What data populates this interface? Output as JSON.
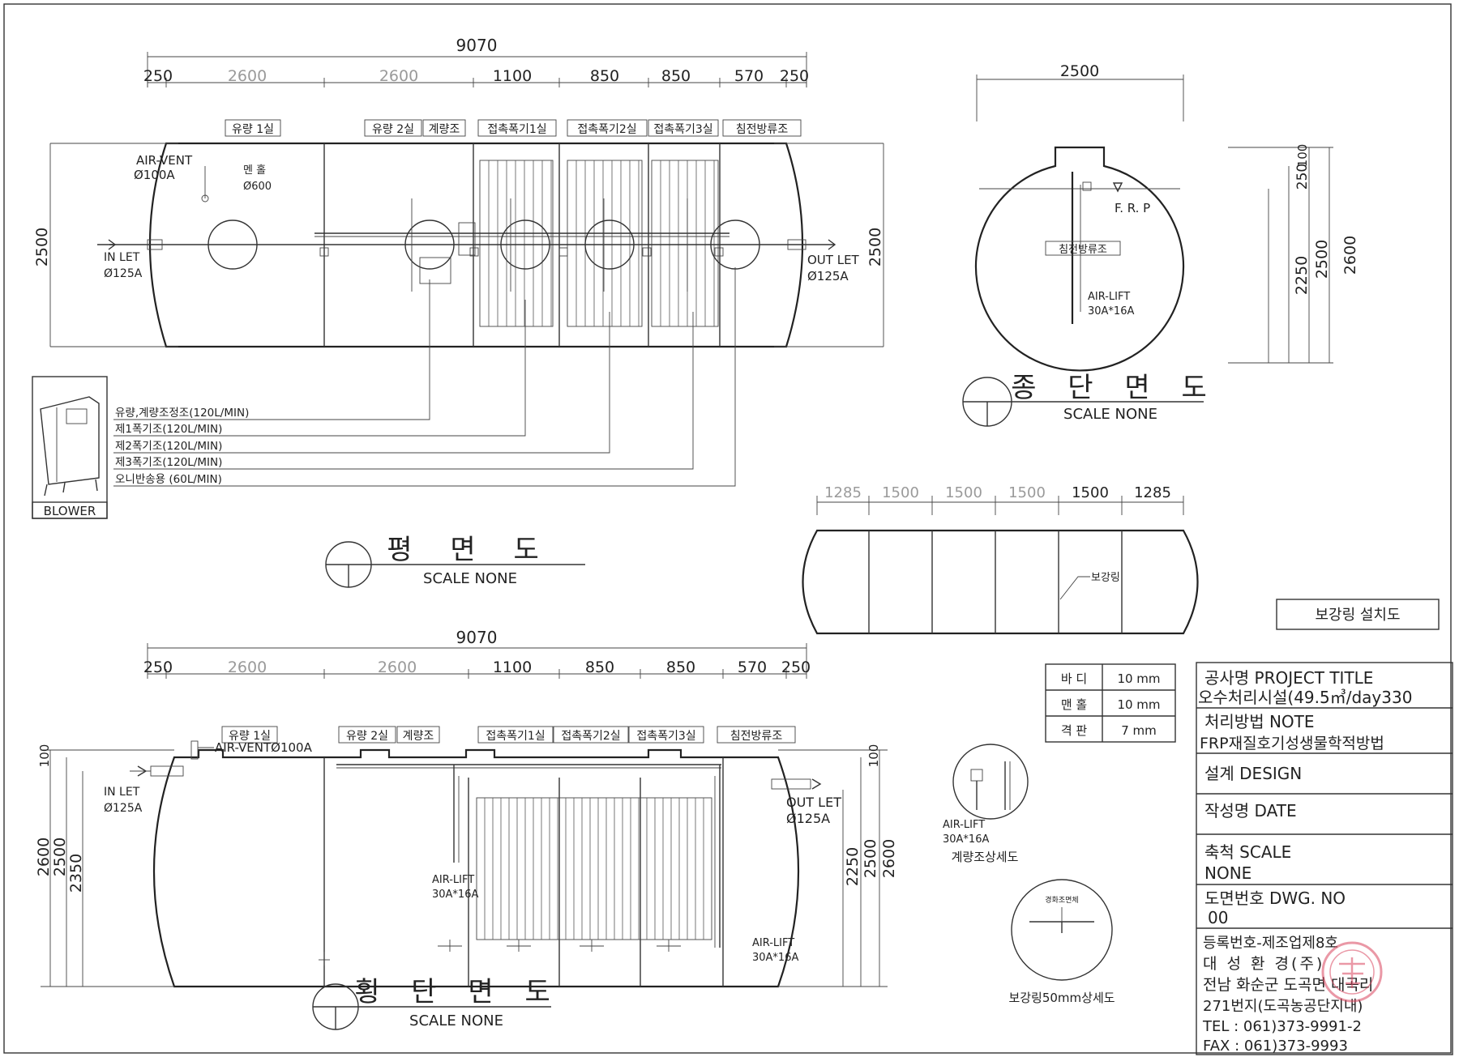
{
  "plan": {
    "total_dim": "9070",
    "dims": [
      "250",
      "2600",
      "2600",
      "1100",
      "850",
      "850",
      "570",
      "250"
    ],
    "rooms": [
      "유량 1실",
      "유량 2실",
      "계량조",
      "접촉폭기1실",
      "접촉폭기2실",
      "접촉폭기3실",
      "침전방류조"
    ],
    "air_vent_1": "AIR-VENT",
    "air_vent_2": "Ø100A",
    "manhole_1": "멘 홀",
    "manhole_2": "Ø600",
    "inlet_1": "IN LET",
    "inlet_2": "Ø125A",
    "outlet_1": "OUT LET",
    "outlet_2": "Ø125A",
    "height_dim": "2500",
    "title": "평 면 도",
    "scale": "SCALE NONE"
  },
  "blower": {
    "label": "BLOWER",
    "lines": [
      "유량,계량조정조(120L/MIN)",
      "제1폭기조(120L/MIN)",
      "제2폭기조(120L/MIN)",
      "제3폭기조(120L/MIN)",
      "오니반송용 (60L/MIN)"
    ]
  },
  "long_section": {
    "width_dim": "2500",
    "frp": "F. R. P",
    "room": "침전방류조",
    "airlift_1": "AIR-LIFT",
    "airlift_2": "30A*16A",
    "side_dims": [
      "100",
      "250",
      "2250",
      "2500",
      "2600"
    ],
    "title": "종 단 면 도",
    "scale": "SCALE NONE"
  },
  "ring": {
    "dims": [
      "1285",
      "1500",
      "1500",
      "1500",
      "1500",
      "1285"
    ],
    "label": "보강링",
    "title": "보강링 설치도"
  },
  "cross_section": {
    "total_dim": "9070",
    "dims": [
      "250",
      "2600",
      "2600",
      "1100",
      "850",
      "850",
      "570",
      "250"
    ],
    "rooms": [
      "유량 1실",
      "유량 2실",
      "계량조",
      "접촉폭기1실",
      "접촉폭기2실",
      "접촉폭기3실",
      "침전방류조"
    ],
    "air_vent": "AIR-VENTØ100A",
    "inlet_1": "IN LET",
    "inlet_2": "Ø125A",
    "outlet_1": "OUT LET",
    "outlet_2": "Ø125A",
    "airlift_1": "AIR-LIFT",
    "airlift_2": "30A*16A",
    "left_dims": [
      "100",
      "2600",
      "2500",
      "2350"
    ],
    "right_dims": [
      "100",
      "2250",
      "2500",
      "2600"
    ],
    "title": "횡 단 면 도",
    "scale": "SCALE NONE"
  },
  "thickness": [
    {
      "name": "바 디",
      "value": "10 mm"
    },
    {
      "name": "맨 홀",
      "value": "10 mm"
    },
    {
      "name": "격 판",
      "value": "7 mm"
    }
  ],
  "detail1": {
    "airlift_1": "AIR-LIFT",
    "airlift_2": "30A*16A",
    "title": "계량조상세도"
  },
  "detail2": {
    "inner": "경화조면체",
    "title": "보강링50mm상세도"
  },
  "titleblock": {
    "project_label": "공사명 PROJECT TITLE",
    "project_value": "오수처리시설(49.5㎥/day330",
    "note_label": "처리방법 NOTE",
    "note_value": "FRP재질호기성생물학적방법",
    "design": "설계 DESIGN",
    "date": "작성명 DATE",
    "scale_label": "축척 SCALE",
    "scale_value": "NONE",
    "dwg_label": "도면번호 DWG. NO",
    "dwg_value": "00",
    "company": [
      "등록번호-제조업제8호",
      "대 성 환 경(주)",
      "전남 화순군 도곡면 대곡리",
      "271번지(도곡농공단지내)",
      "TEL : 061)373-9991-2",
      "FAX : 061)373-9993"
    ]
  },
  "colors": {
    "stamp": "#d9455f",
    "line": "#333333"
  }
}
